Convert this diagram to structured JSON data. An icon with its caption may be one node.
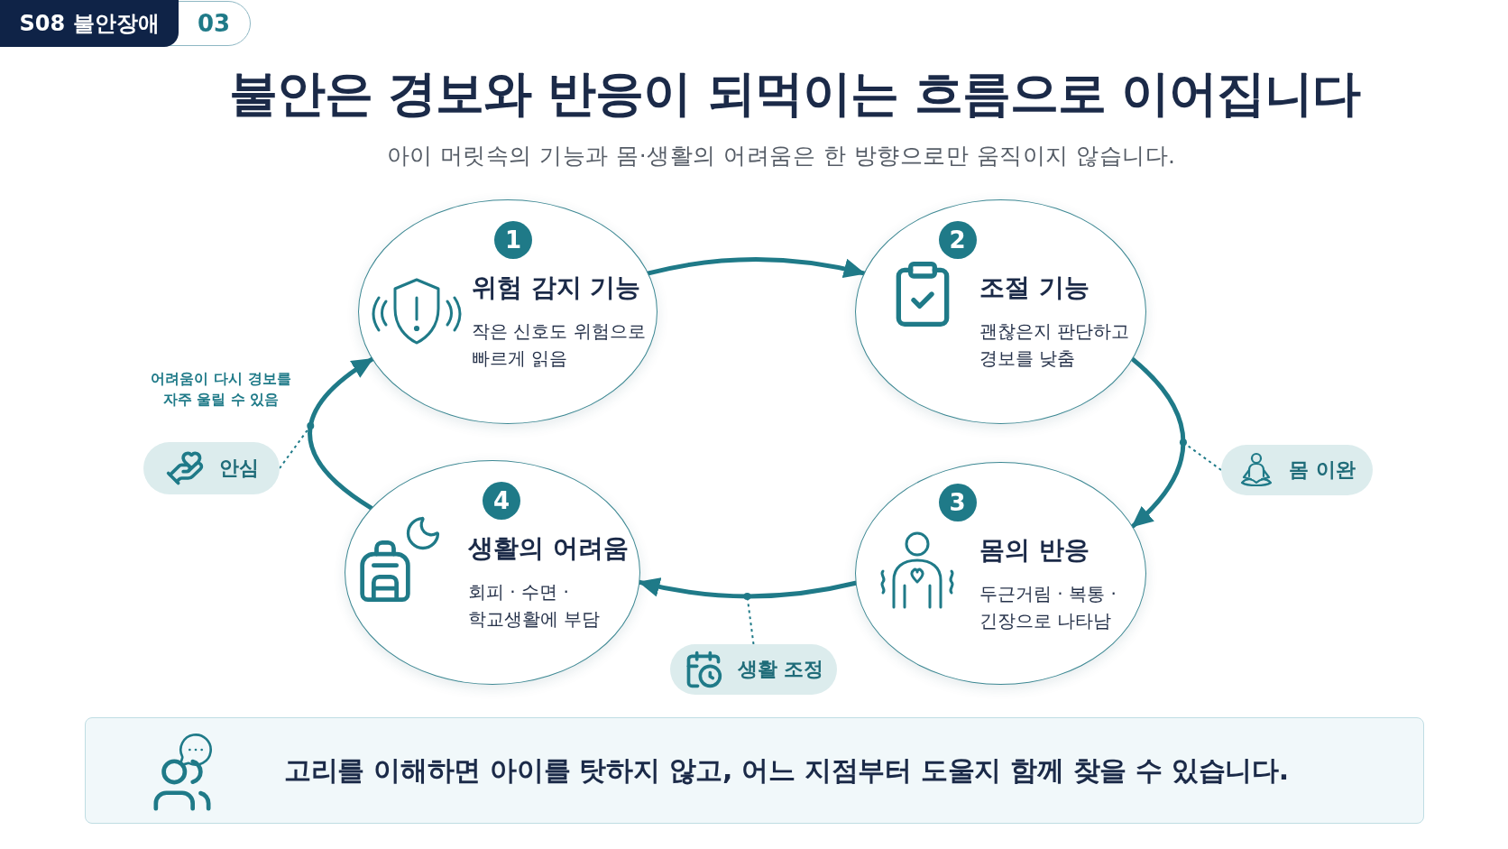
{
  "diagram": {
    "title": "불안은 경보와 반응이 되먹이는 흐름으로 이어집니다",
    "nodes": [
      {
        "text": [
          "1",
          "위험 감지 기능",
          "작은 신호도 위험으로 빠르게 읽음"
        ]
      },
      {
        "text": [
          "2",
          "조절 기능",
          "괜찮은지 판단하고 경보를 낮춤"
        ]
      },
      {
        "text": [
          "3",
          "몸의 반응",
          "두근거림 · 복통 · 긴장으로 나타남"
        ]
      },
      {
        "text": [
          "4",
          "생활의 어려움",
          "회피 · 수면 · 학교생활에 부담"
        ]
      },
      {
        "text": [
          "안심"
        ]
      },
      {
        "text": [
          "몸 이완"
        ]
      },
      {
        "text": [
          "생활 조정"
        ]
      },
      {
        "text": [
          "고리를 이해하면 아이를 탓하지 않고, 어느 지점부터 도울지 함께 찾을 수 있습니다."
        ]
      }
    ],
    "edges": [
      {
        "from": 0,
        "to": 1,
        "arrow": "to"
      },
      {
        "from": 1,
        "to": 2,
        "arrow": "to"
      },
      {
        "from": 2,
        "to": 3,
        "arrow": "to"
      },
      {
        "from": 3,
        "to": 0,
        "arrow": "to"
      },
      {
        "from": 4,
        "to": null,
        "arrow": "other",
        "style": "dashed"
      },
      {
        "from": 5,
        "to": null,
        "arrow": "other",
        "style": "dashed"
      },
      {
        "from": 6,
        "to": null,
        "arrow": "other",
        "style": "dashed"
      }
    ],
    "labels": [
      "S08 불안장애",
      "03",
      "아이 머릿속의 기능과 몸·생활의 어려움은 한 방향으로만 움직이지 않습니다.",
      "어려움이 다시 경보를 자주 울릴 수 있음"
    ]
  }
}
